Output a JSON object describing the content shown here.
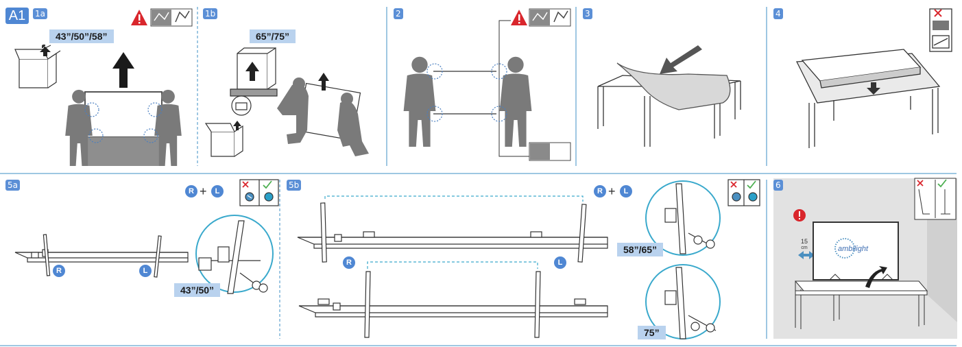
{
  "main_badge": "A1",
  "steps": {
    "s1a": "1a",
    "s1b": "1b",
    "s2": "2",
    "s3": "3",
    "s4": "4",
    "s5a": "5a",
    "s5b": "5b",
    "s6": "6"
  },
  "sizes": {
    "s1a": "43”/50”/58”",
    "s1b": "65”/75”",
    "s5a": "43”/50”",
    "s5b_top": "58”/65”",
    "s5b_bottom": "75”"
  },
  "stand": {
    "right": "R",
    "left": "L",
    "plus": "+"
  },
  "ambilight": "ambilight",
  "distance": {
    "value": "15",
    "unit": "cm"
  },
  "colors": {
    "accent": "#4f87d3",
    "tag_bg": "#b9d2ee",
    "figure": "#777777",
    "warning": "#d9262c",
    "check": "#4caf50",
    "divider": "#3e8fc4"
  }
}
